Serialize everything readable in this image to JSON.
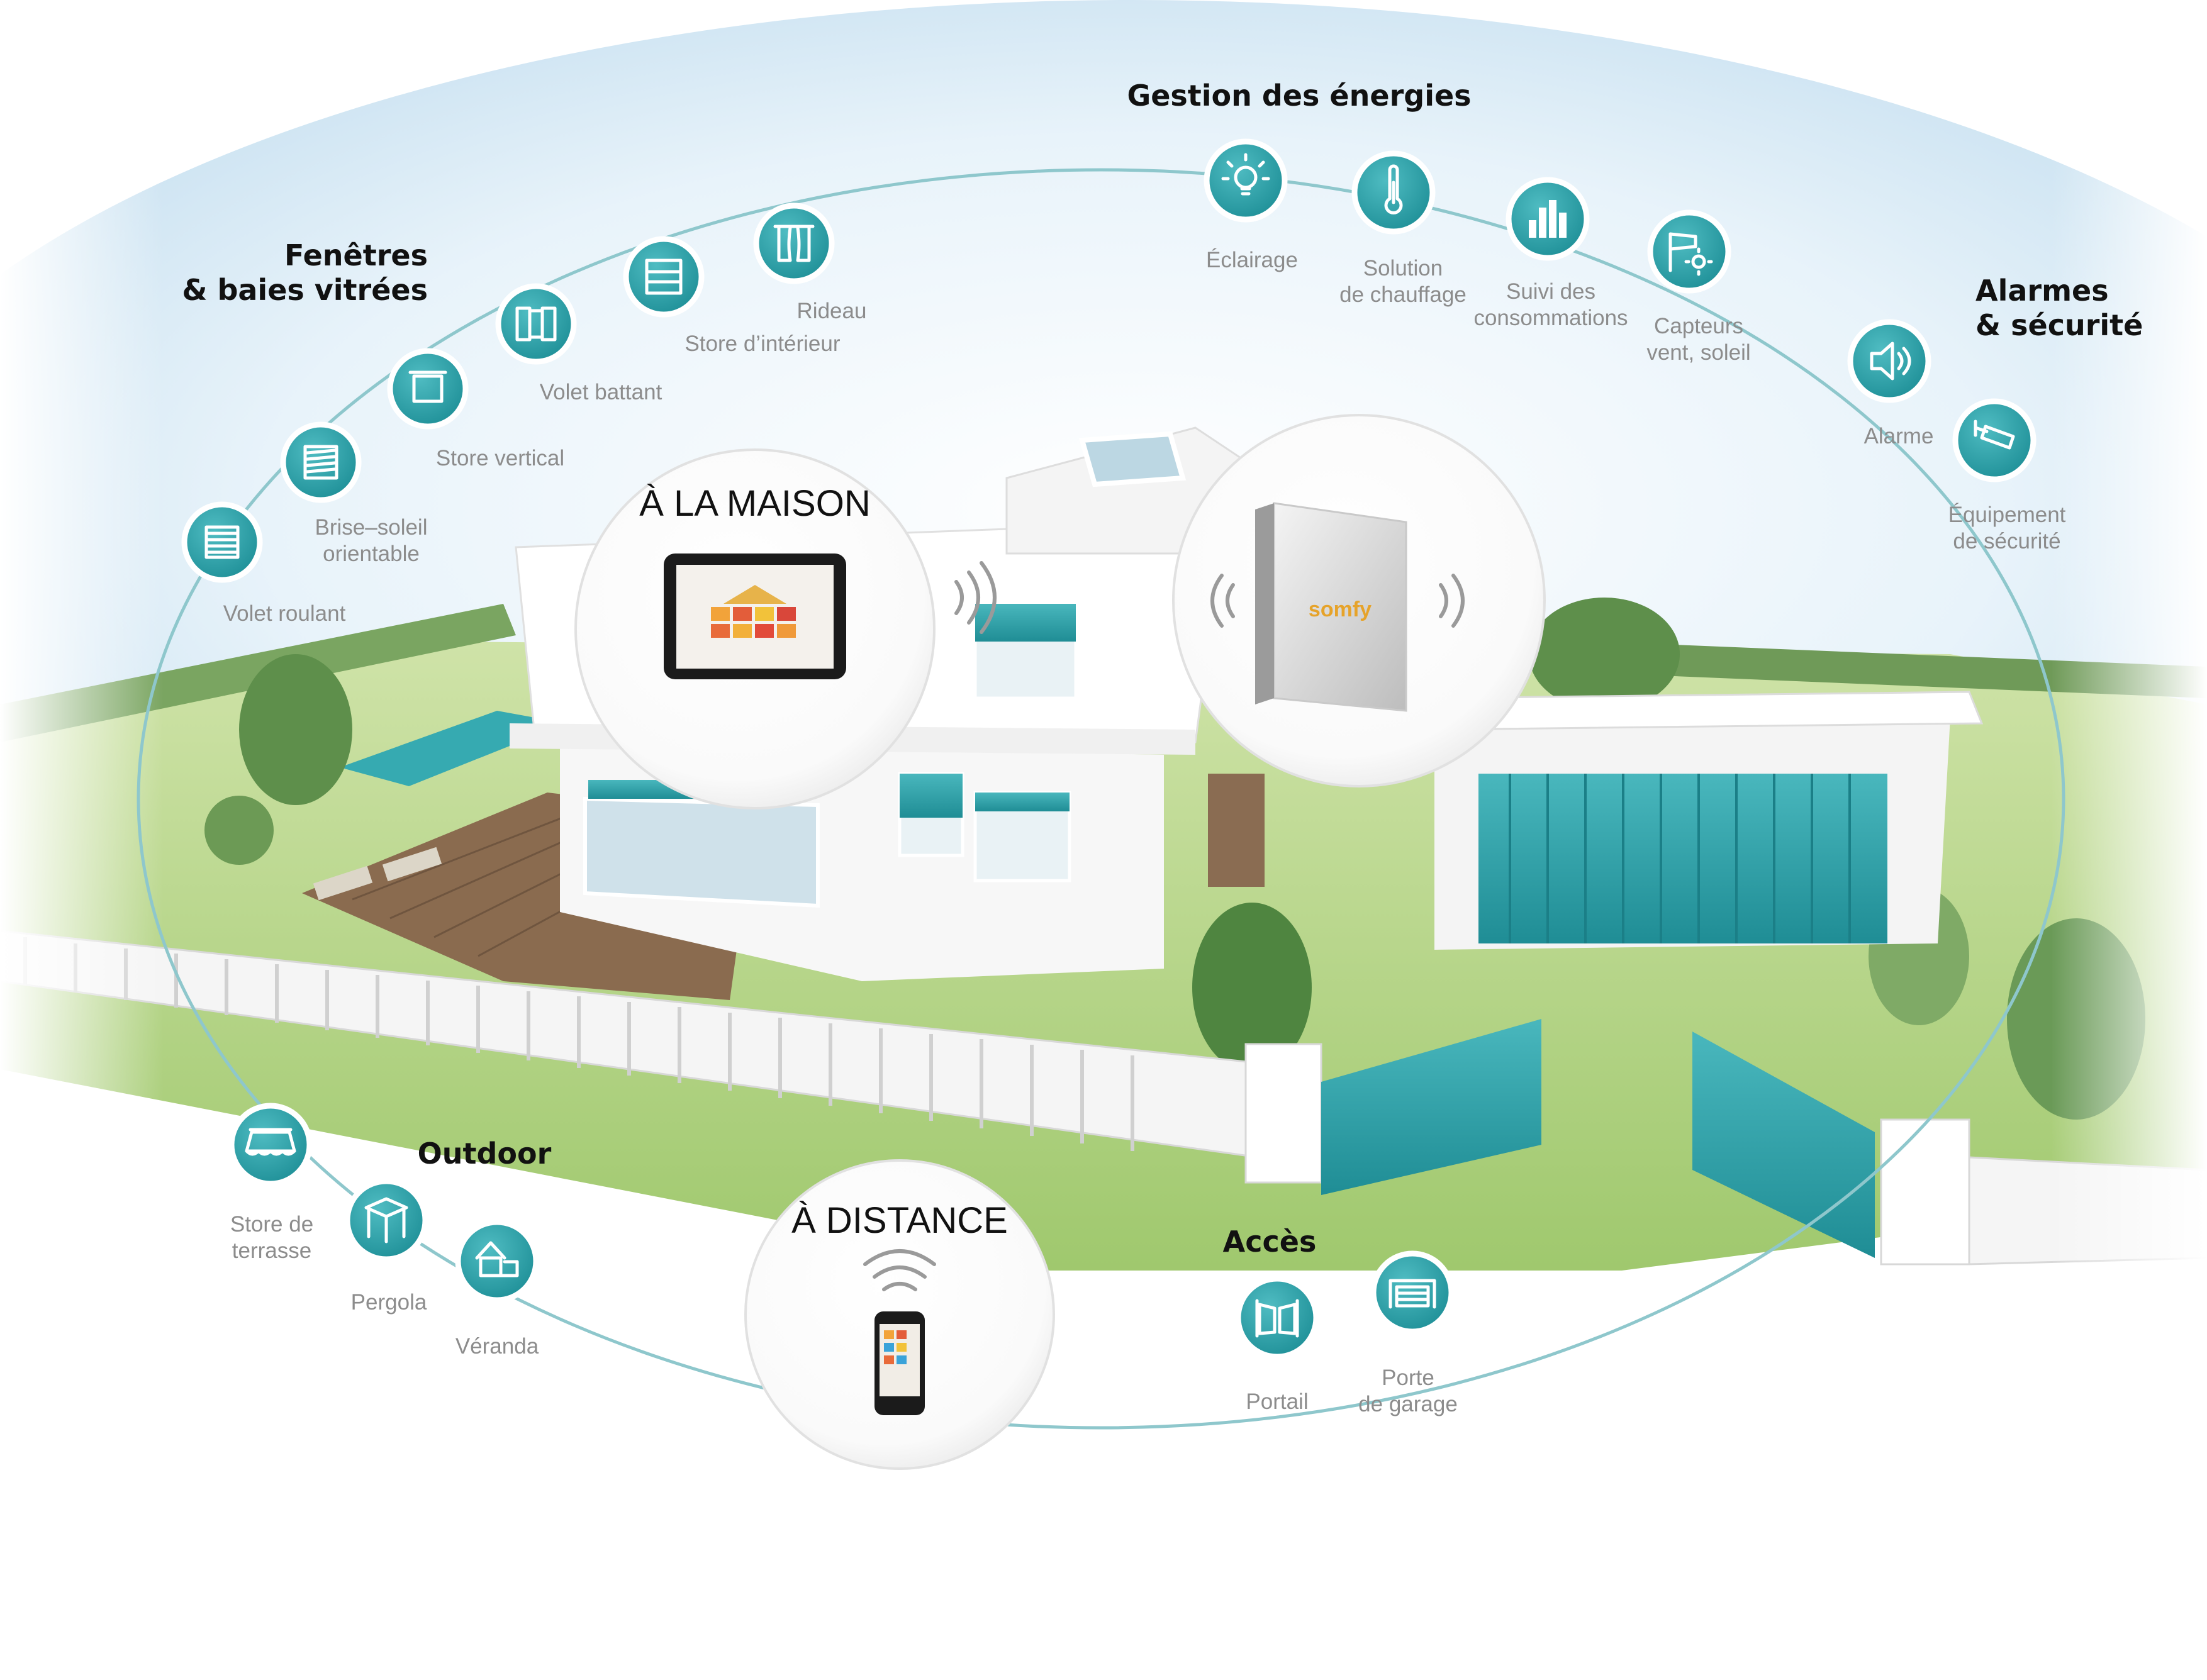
{
  "colors": {
    "teal": "#2aa3ab",
    "ring": "#8ec7cc",
    "lawn": "#a9d07a",
    "sky": "#cfe6f4"
  },
  "categories": {
    "fenetres": "Fenêtres\n& baies vitrées",
    "energies": "Gestion des énergies",
    "alarmes": "Alarmes\n& sécurité",
    "outdoor": "Outdoor",
    "acces": "Accès"
  },
  "bubbles": {
    "maison": "À LA MAISON",
    "distance": "À DISTANCE",
    "brand": "somfy"
  },
  "items": {
    "volet_roulant": {
      "label": "Volet roulant",
      "icon": "roller-shutter-icon"
    },
    "brise_soleil": {
      "label": "Brise–soleil\norientable",
      "icon": "louvre-blind-icon"
    },
    "store_vertical": {
      "label": "Store vertical",
      "icon": "vertical-blind-icon"
    },
    "volet_battant": {
      "label": "Volet battant",
      "icon": "hinged-shutter-icon"
    },
    "store_interieur": {
      "label": "Store d’intérieur",
      "icon": "indoor-blind-icon"
    },
    "rideau": {
      "label": "Rideau",
      "icon": "curtain-icon"
    },
    "eclairage": {
      "label": "Éclairage",
      "icon": "light-bulb-icon"
    },
    "chauffage": {
      "label": "Solution\nde chauffage",
      "icon": "thermometer-icon"
    },
    "consommations": {
      "label": "Suivi des\nconsommations",
      "icon": "bar-chart-icon"
    },
    "capteurs": {
      "label": "Capteurs\nvent, soleil",
      "icon": "wind-sun-sensor-icon"
    },
    "alarme": {
      "label": "Alarme",
      "icon": "speaker-icon"
    },
    "securite": {
      "label": "Équipement\nde sécurité",
      "icon": "camera-icon"
    },
    "store_terrasse": {
      "label": "Store de\nterrasse",
      "icon": "awning-icon"
    },
    "pergola": {
      "label": "Pergola",
      "icon": "pergola-icon"
    },
    "veranda": {
      "label": "Véranda",
      "icon": "veranda-icon"
    },
    "portail": {
      "label": "Portail",
      "icon": "gate-icon"
    },
    "porte_garage": {
      "label": "Porte\nde garage",
      "icon": "garage-door-icon"
    }
  }
}
